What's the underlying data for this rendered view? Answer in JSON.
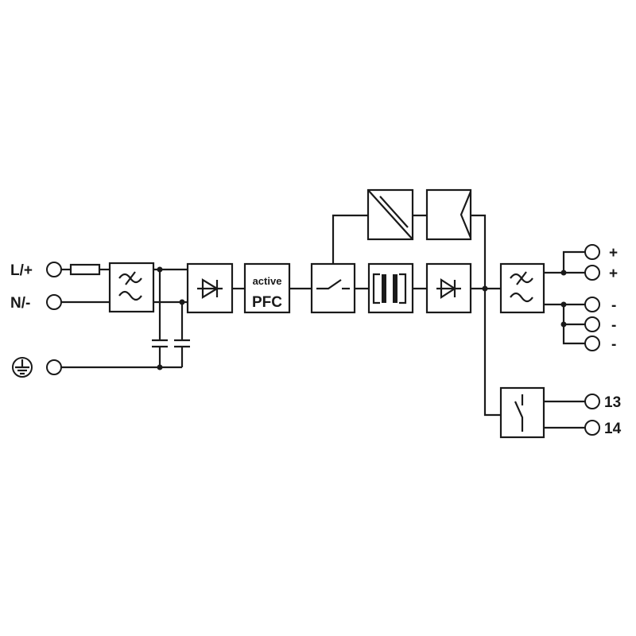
{
  "terminals": {
    "input_l": "L/+",
    "input_n": "N/-",
    "out_plus_1": "+",
    "out_plus_2": "+",
    "out_minus_1": "-",
    "out_minus_2": "-",
    "out_minus_3": "-",
    "relay_13": "13",
    "relay_14": "14"
  },
  "blocks": {
    "pfc_line1": "active",
    "pfc_line2": "PFC"
  },
  "colors": {
    "stroke": "#1a1a1a",
    "background": "#ffffff"
  }
}
